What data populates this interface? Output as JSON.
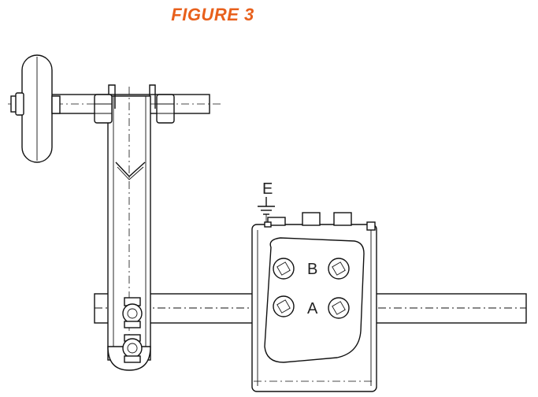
{
  "figure": {
    "title": "FIGURE 3",
    "title_color": "#e8601c"
  },
  "labels": {
    "earth": "E",
    "terminal_b": "B",
    "terminal_a": "A"
  },
  "icons": [
    "earth-ground-icon"
  ],
  "colors": {
    "line": "#111111",
    "background": "#ffffff"
  }
}
